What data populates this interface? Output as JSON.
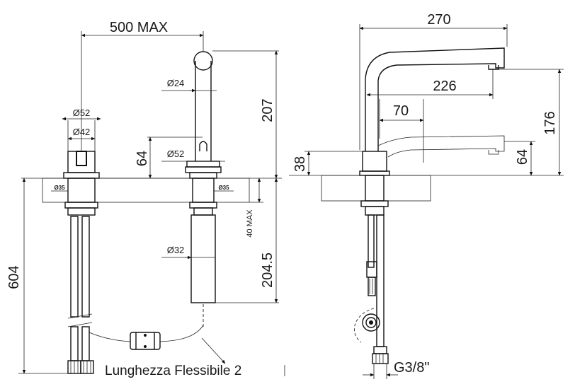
{
  "colors": {
    "line": "#111111",
    "hatch": "#444444",
    "background": "#ffffff"
  },
  "left_view": {
    "dim_top_width": "500 MAX",
    "dim_d52_top": "Ø52",
    "dim_d42": "Ø42",
    "dim_d24": "Ø24",
    "dim_d52_mid": "Ø52",
    "dim_64": "64",
    "dim_207": "207",
    "dim_d35_left": "Ø35",
    "dim_d35_right": "Ø35",
    "dim_40max": "40 MAX",
    "dim_d32": "Ø32",
    "dim_204_5": "204.5",
    "dim_604": "604",
    "caption": "Lunghezza Flessibile 2"
  },
  "right_view": {
    "dim_270": "270",
    "dim_226": "226",
    "dim_70": "70",
    "dim_176": "176",
    "dim_64": "64",
    "dim_38": "38",
    "dim_thread": "G3/8\""
  }
}
